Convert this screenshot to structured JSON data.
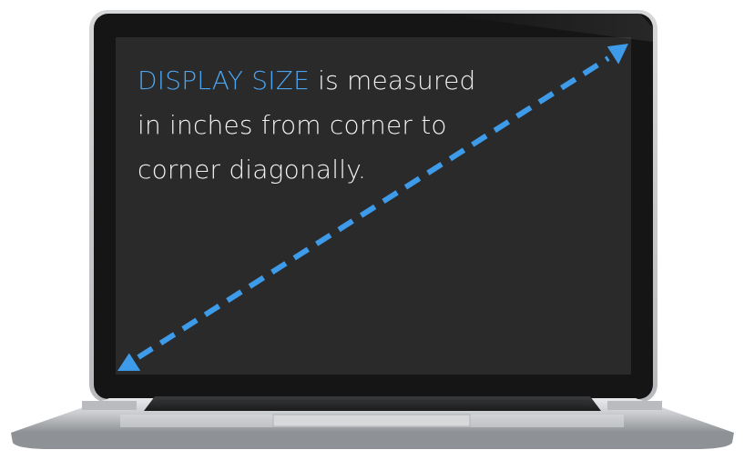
{
  "caption": {
    "highlight": "DISPLAY SIZE",
    "line1_rest": " is measured",
    "line2": "in inches from corner to",
    "line3": "corner diagonally."
  },
  "colors": {
    "highlight": "#4aa3ef",
    "arrow": "#3d9be9",
    "screen": "#2a2a2a",
    "bezel": "#151515",
    "text": "#f2f2f2"
  },
  "icons": {
    "arrow": "diagonal-double-arrow-icon"
  }
}
